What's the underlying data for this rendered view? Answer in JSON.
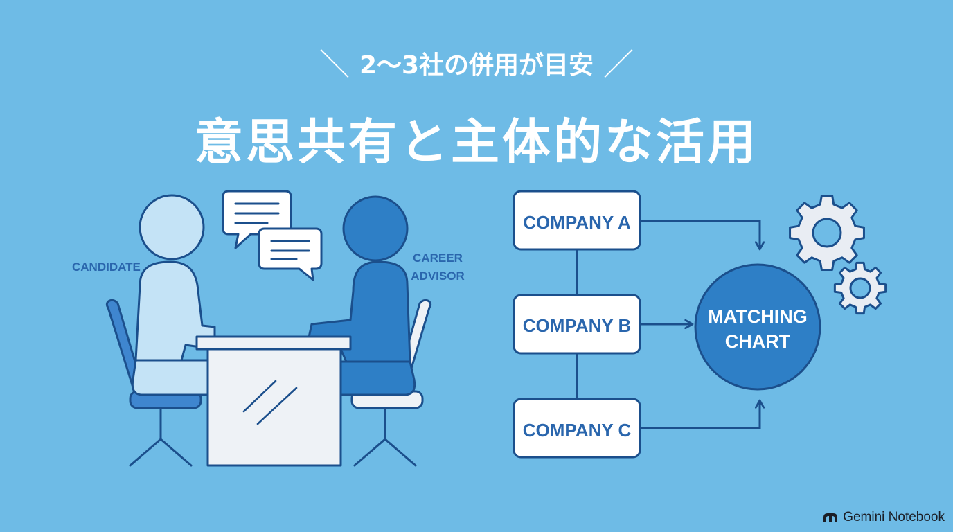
{
  "header": {
    "subtitle_open": "＼",
    "subtitle": "2〜3社の併用が目安",
    "subtitle_close": "／",
    "title": "意思共有と主体的な活用"
  },
  "meeting": {
    "candidate_label": "CANDIDATE",
    "advisor_label_line1": "CAREER",
    "advisor_label_line2": "ADVISOR"
  },
  "flow": {
    "company_a": "COMPANY A",
    "company_b": "COMPANY B",
    "company_c": "COMPANY C",
    "matching_line1": "MATCHING",
    "matching_line2": "CHART"
  },
  "footer": {
    "brand": "Gemini Notebook"
  },
  "colors": {
    "background": "#6ebbe6",
    "navy": "#1b4f8c",
    "candidate_fill": "#c4e3f6",
    "advisor_fill": "#2e7fc6",
    "chair_fill": "#3f86cf",
    "table_fill": "#eef2f6",
    "label_blue": "#2a66ad",
    "gear_fill": "#e9edf3"
  }
}
